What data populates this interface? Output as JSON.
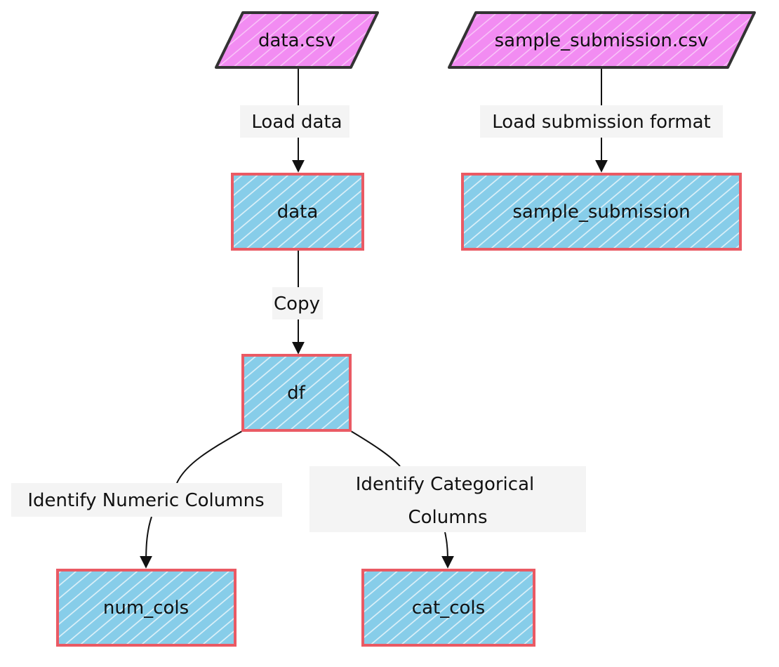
{
  "colors": {
    "input_fill": "#f28cf2",
    "input_stroke": "#333333",
    "process_fill": "#87cde9",
    "process_stroke": "#ea5a64",
    "edge": "#111111",
    "label_bg": "#f4f4f4"
  },
  "nodes": {
    "data_csv": {
      "label": "data.csv",
      "shape": "parallelogram"
    },
    "sample_submission_csv": {
      "label": "sample_submission.csv",
      "shape": "parallelogram"
    },
    "data": {
      "label": "data",
      "shape": "rectangle"
    },
    "sample_submission": {
      "label": "sample_submission",
      "shape": "rectangle"
    },
    "df": {
      "label": "df",
      "shape": "rectangle"
    },
    "num_cols": {
      "label": "num_cols",
      "shape": "rectangle"
    },
    "cat_cols": {
      "label": "cat_cols",
      "shape": "rectangle"
    }
  },
  "edges": {
    "load_data": {
      "from": "data.csv",
      "to": "data",
      "label": "Load data"
    },
    "load_submission": {
      "from": "sample_submission.csv",
      "to": "sample_submission",
      "label": "Load submission format"
    },
    "copy": {
      "from": "data",
      "to": "df",
      "label": "Copy"
    },
    "numeric": {
      "from": "df",
      "to": "num_cols",
      "label": "Identify Numeric Columns"
    },
    "categorical": {
      "from": "df",
      "to": "cat_cols",
      "label_line1": "Identify Categorical",
      "label_line2": "Columns"
    }
  }
}
